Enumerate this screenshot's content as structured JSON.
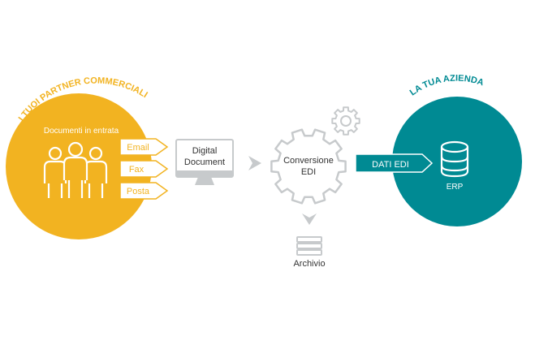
{
  "partners": {
    "arc_title": "I TUOI PARTNER COMMERCIALI",
    "inbox_label": "Documenti in entrata",
    "channels": [
      "Email",
      "Fax",
      "Posta"
    ],
    "color": "#f2b321"
  },
  "digital_document": {
    "line1": "Digital",
    "line2": "Document"
  },
  "conversion": {
    "line1": "Conversione",
    "line2": "EDI"
  },
  "archive": {
    "label": "Archivio"
  },
  "data_arrow": {
    "label": "DATI EDI"
  },
  "company": {
    "arc_title": "LA TUA AZIENDA",
    "system_label": "ERP",
    "color": "#008a93"
  },
  "icons": [
    "people-icon",
    "monitor-icon",
    "gear-icon",
    "database-icon",
    "archive-icon",
    "arrow-icon"
  ],
  "colors": {
    "gray": "#c7cacc",
    "text_dark": "#333333"
  }
}
